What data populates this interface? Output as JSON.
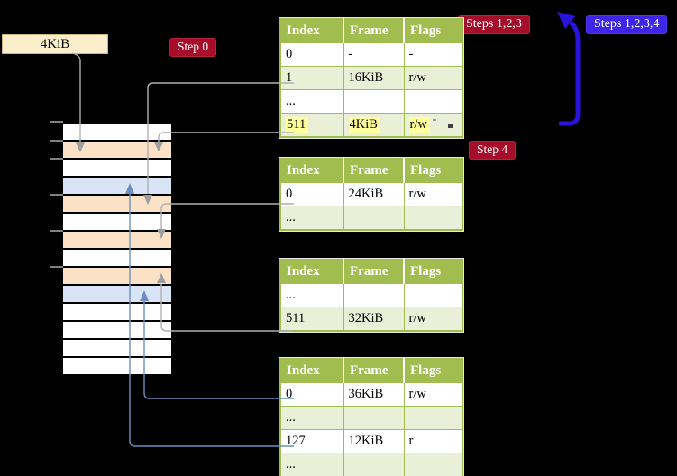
{
  "labels": {
    "frame_box": "4KiB",
    "step0": "Step 0",
    "steps123": "Steps 1,2,3",
    "steps1234": "Steps 1,2,3,4",
    "step4": "Step 4"
  },
  "colors": {
    "background": "#000000",
    "table_header_green": "#a2bd4f",
    "table_row_green": "#eaf0d8",
    "highlight_yellow": "#ffff9c",
    "memory_frame_peach": "#fbe2c7",
    "memory_frame_blue": "#d9e5f6",
    "memory_frame_white": "#ffffff",
    "badge_red": "#a60d28",
    "badge_blue": "#3f24ea",
    "arrow_gray": "#b0b0b0",
    "arrow_blue": "#6c8ebf",
    "arrow_thick_blue": "#2a14dc",
    "frame_box_fill": "#fbeecb"
  },
  "memory": {
    "rows": [
      {
        "kind": "white"
      },
      {
        "kind": "peach"
      },
      {
        "kind": "white"
      },
      {
        "kind": "blue"
      },
      {
        "kind": "peach"
      },
      {
        "kind": "white"
      },
      {
        "kind": "peach"
      },
      {
        "kind": "white"
      },
      {
        "kind": "peach"
      },
      {
        "kind": "blue"
      },
      {
        "kind": "white"
      },
      {
        "kind": "white"
      },
      {
        "kind": "white"
      },
      {
        "kind": "white"
      }
    ]
  },
  "tables": [
    {
      "headers": [
        "Index",
        "Frame",
        "Flags"
      ],
      "rows": [
        {
          "cells": [
            "0",
            "-",
            "-"
          ]
        },
        {
          "cells": [
            "1",
            "16KiB",
            "r/w"
          ]
        },
        {
          "cells": [
            "...",
            "",
            ""
          ]
        },
        {
          "cells": [
            "511",
            "4KiB",
            "r/w"
          ],
          "highlight": true
        }
      ]
    },
    {
      "headers": [
        "Index",
        "Frame",
        "Flags"
      ],
      "rows": [
        {
          "cells": [
            "0",
            "24KiB",
            "r/w"
          ]
        },
        {
          "cells": [
            "...",
            "",
            ""
          ]
        }
      ]
    },
    {
      "headers": [
        "Index",
        "Frame",
        "Flags"
      ],
      "rows": [
        {
          "cells": [
            "...",
            "",
            ""
          ]
        },
        {
          "cells": [
            "511",
            "32KiB",
            "r/w"
          ]
        }
      ]
    },
    {
      "headers": [
        "Index",
        "Frame",
        "Flags"
      ],
      "rows": [
        {
          "cells": [
            "0",
            "36KiB",
            "r/w"
          ]
        },
        {
          "cells": [
            "...",
            "",
            ""
          ]
        },
        {
          "cells": [
            "127",
            "12KiB",
            "r"
          ]
        },
        {
          "cells": [
            "...",
            "",
            ""
          ]
        }
      ]
    }
  ]
}
